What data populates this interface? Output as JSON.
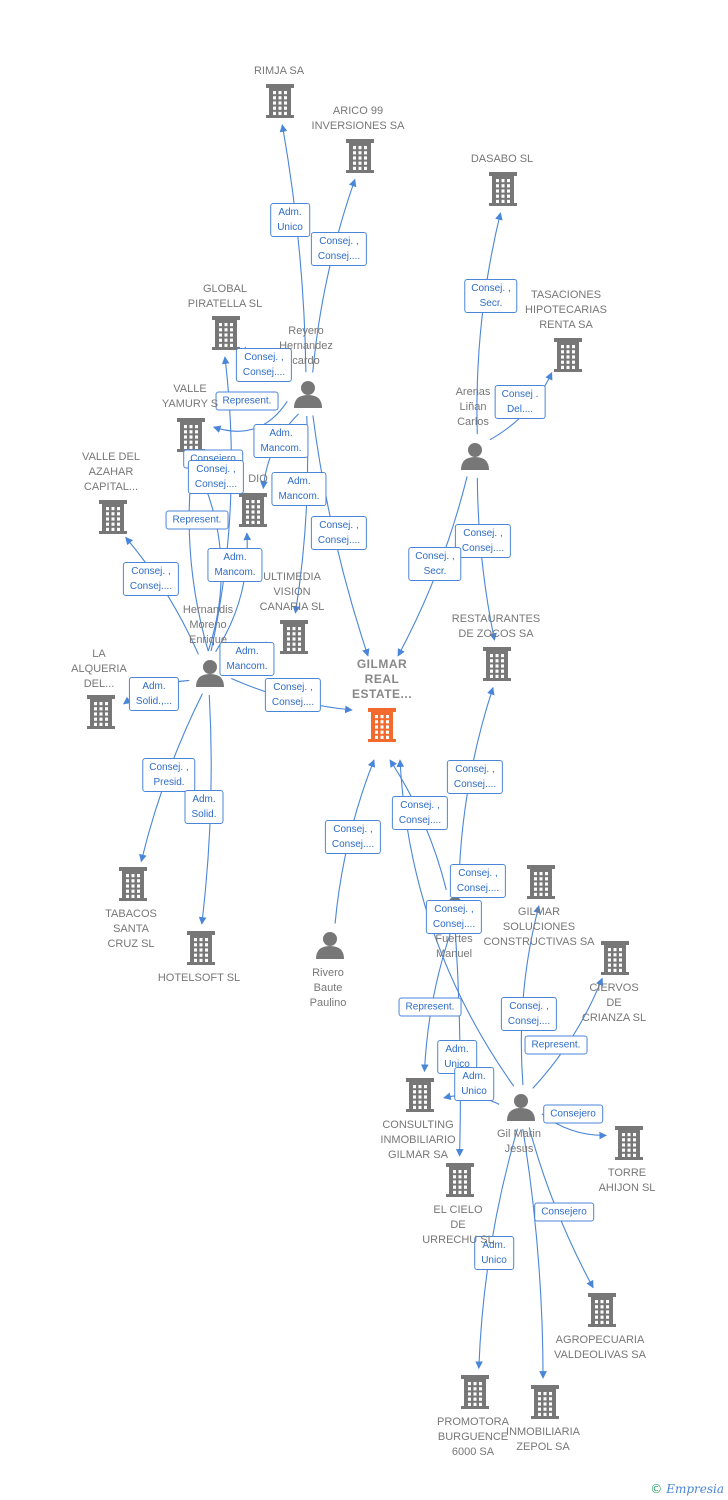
{
  "colors": {
    "edge": "#4a86d8",
    "node": "#777777",
    "central": "#f26a2e",
    "label": "#2d6cc8"
  },
  "icons": {
    "company": "building-icon",
    "person": "person-icon"
  },
  "nodes": [
    {
      "id": "gilmar_real",
      "label": "GILMAR\nREAL\nESTATE...",
      "type": "company",
      "central": true
    },
    {
      "id": "rimja",
      "label": "RIMJA SA",
      "type": "company"
    },
    {
      "id": "arico",
      "label": "ARICO 99\nINVERSIONES SA",
      "type": "company"
    },
    {
      "id": "dasabo",
      "label": "DASABO SL",
      "type": "company"
    },
    {
      "id": "tasaciones",
      "label": "TASACIONES\nHIPOTECARIAS\nRENTA SA",
      "type": "company"
    },
    {
      "id": "global",
      "label": "GLOBAL\nPIRATELLA SL",
      "type": "company"
    },
    {
      "id": "valle_yamury",
      "label": "VALLE\nYAMURY S",
      "type": "company"
    },
    {
      "id": "valle_azahar",
      "label": "VALLE DEL\nAZAHAR\nCAPITAL...",
      "type": "company"
    },
    {
      "id": "dio",
      "label": "DIO",
      "type": "company"
    },
    {
      "id": "multimedia",
      "label": "ULTIMEDIA\nVISION\nCANARIA SL",
      "type": "company"
    },
    {
      "id": "restaurantes",
      "label": "RESTAURANTES\nDE ZOCOS SA",
      "type": "company"
    },
    {
      "id": "alqueria",
      "label": "LA\nALQUERIA\nDEL...",
      "type": "company"
    },
    {
      "id": "tabacos",
      "label": "TABACOS\nSANTA\nCRUZ SL",
      "type": "company"
    },
    {
      "id": "hotelsoft",
      "label": "HOTELSOFT SL",
      "type": "company"
    },
    {
      "id": "gilmar_sol",
      "label": "GILMAR\nSOLUCIONES\nCONSTRUCTIVAS SA",
      "type": "company"
    },
    {
      "id": "ciervos",
      "label": "CIERVOS\nDE\nCRIANZA SL",
      "type": "company"
    },
    {
      "id": "consulting",
      "label": "CONSULTING\nINMOBILIARIO\nGILMAR SA",
      "type": "company"
    },
    {
      "id": "cielo",
      "label": "EL CIELO\nDE\nURRECHU SL",
      "type": "company"
    },
    {
      "id": "torre",
      "label": "TORRE\nAHIJON SL",
      "type": "company"
    },
    {
      "id": "agropecuaria",
      "label": "AGROPECUARIA\nVALDEOLIVAS SA",
      "type": "company"
    },
    {
      "id": "promotora",
      "label": "PROMOTORA\nBURGUENCE\n6000 SA",
      "type": "company"
    },
    {
      "id": "zepol",
      "label": "INMOBILIARIA\nZEPOL SA",
      "type": "company"
    },
    {
      "id": "reyero",
      "label": "Reyero\nHernandez\ncardo",
      "type": "person"
    },
    {
      "id": "arenas",
      "label": "Arenas\nLiñan\nCarlos",
      "type": "person"
    },
    {
      "id": "hernandis",
      "label": "Hernandis\nMoreno\nEnrique",
      "type": "person"
    },
    {
      "id": "rivero",
      "label": "Rivero\nBaute\nPaulino",
      "type": "person"
    },
    {
      "id": "fuertes",
      "label": "Fuertes\nManuel",
      "type": "person"
    },
    {
      "id": "gilmarin",
      "label": "Gil Marin\nJesus",
      "type": "person"
    }
  ],
  "edges": [
    {
      "from": "reyero",
      "to": "rimja",
      "label": "Adm.\nUnico"
    },
    {
      "from": "reyero",
      "to": "arico",
      "label": "Consej. ,\nConsej...."
    },
    {
      "from": "reyero",
      "to": "global",
      "label": "Consej. ,\nConsej...."
    },
    {
      "from": "reyero",
      "to": "valle_yamury",
      "label": "Represent."
    },
    {
      "from": "reyero",
      "to": "dio",
      "label": "Adm.\nMancom."
    },
    {
      "from": "reyero",
      "to": "multimedia",
      "label": "Adm.\nMancom."
    },
    {
      "from": "reyero",
      "to": "gilmar_real",
      "label": "Consej. ,\nConsej...."
    },
    {
      "from": "arenas",
      "to": "dasabo",
      "label": "Consej. ,\nSecr."
    },
    {
      "from": "arenas",
      "to": "tasaciones",
      "label": "Consej .\nDel...."
    },
    {
      "from": "arenas",
      "to": "restaurantes",
      "label": "Consej. ,\nConsej...."
    },
    {
      "from": "arenas",
      "to": "gilmar_real",
      "label": "Consej. ,\nSecr."
    },
    {
      "from": "hernandis",
      "to": "valle_yamury",
      "label": "Consejero"
    },
    {
      "from": "hernandis",
      "to": "global",
      "label": "Consej. ,\nConsej...."
    },
    {
      "from": "hernandis",
      "to": "valle_yamury",
      "label": "Represent."
    },
    {
      "from": "hernandis",
      "to": "valle_azahar",
      "label": "Consej. ,\nConsej...."
    },
    {
      "from": "hernandis",
      "to": "dio",
      "label": "Adm.\nMancom."
    },
    {
      "from": "hernandis",
      "to": "multimedia",
      "label": "Adm.\nMancom."
    },
    {
      "from": "hernandis",
      "to": "alqueria",
      "label": "Adm.\nSolid.,..."
    },
    {
      "from": "hernandis",
      "to": "gilmar_real",
      "label": "Consej. ,\nConsej...."
    },
    {
      "from": "hernandis",
      "to": "tabacos",
      "label": "Consej. ,\nPresid."
    },
    {
      "from": "hernandis",
      "to": "hotelsoft",
      "label": "Adm.\nSolid."
    },
    {
      "from": "rivero",
      "to": "gilmar_real",
      "label": "Consej. ,\nConsej...."
    },
    {
      "from": "fuertes",
      "to": "gilmar_real",
      "label": "Consej. ,\nConsej...."
    },
    {
      "from": "fuertes",
      "to": "restaurantes",
      "label": "Consej. ,\nConsej...."
    },
    {
      "from": "fuertes",
      "to": "consulting",
      "label": "Represent."
    },
    {
      "from": "fuertes",
      "to": "cielo",
      "label": "Adm.\nUnico"
    },
    {
      "from": "gilmarin",
      "to": "gilmar_real",
      "label": "Consej. ,\nConsej...."
    },
    {
      "from": "gilmarin",
      "to": "gilmar_sol",
      "label": "Consej. ,\nConsej...."
    },
    {
      "from": "gilmarin",
      "to": "ciervos",
      "label": "Consej. ,\nConsej...."
    },
    {
      "from": "gilmarin",
      "to": "consulting",
      "label": "Represent."
    },
    {
      "from": "gilmarin",
      "to": "torre",
      "label": "Adm.\nUnico"
    },
    {
      "from": "gilmarin",
      "to": "agropecuaria",
      "label": "Consejero"
    },
    {
      "from": "gilmarin",
      "to": "promotora",
      "label": "Consejero"
    },
    {
      "from": "gilmarin",
      "to": "zepol",
      "label": "Adm.\nUnico"
    }
  ],
  "watermark": {
    "copyright": "©",
    "brand": "Empresia"
  }
}
